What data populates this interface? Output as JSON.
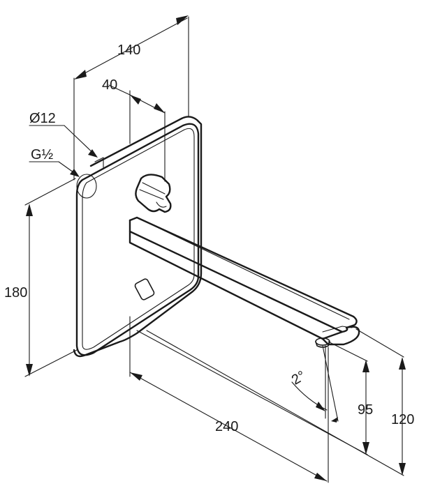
{
  "diagram": {
    "subject": "wall-mounted spout",
    "dimensions": {
      "width_overall": "140",
      "handle_offset": "40",
      "pipe_diameter": "Ø12",
      "thread": "G½",
      "plate_height": "180",
      "spout_length": "240",
      "spout_height": "95",
      "outlet_height": "120",
      "angle": "2°"
    }
  }
}
